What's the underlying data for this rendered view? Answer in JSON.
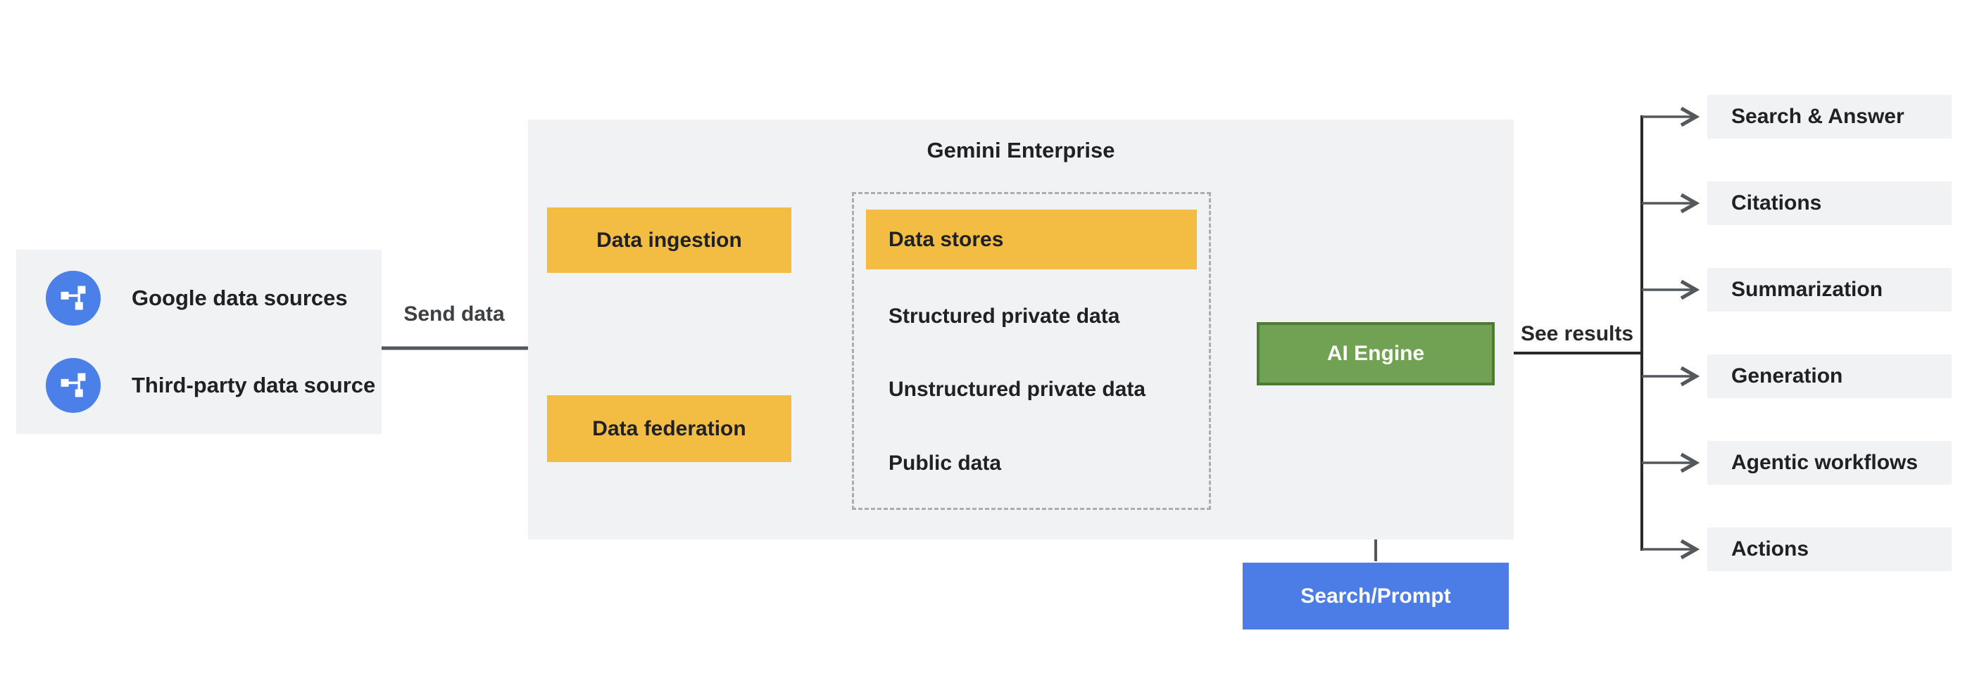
{
  "diagram_title": "Gemini Enterprise",
  "colors": {
    "panel": "#F0F2F3",
    "yellow": "#F3BD43",
    "green": "#71A153",
    "green_border": "#4E7A36",
    "blue": "#4C7DE6",
    "icon_blue": "#4A80E8",
    "line": "#54585C",
    "dark_line": "#27292B",
    "text": "#202124"
  },
  "sources": {
    "items": [
      {
        "label": "Google data sources",
        "icon": "data-source-icon"
      },
      {
        "label": "Third-party data source",
        "icon": "data-source-icon"
      }
    ]
  },
  "flow_labels": {
    "send_data": "Send data",
    "see_results": "See results"
  },
  "gemini": {
    "title": "Gemini Enterprise",
    "ingestion_label": "Data ingestion",
    "federation_label": "Data federation",
    "data_store_group": {
      "header": "Data stores",
      "items": [
        "Structured private data",
        "Unstructured private data",
        "Public data"
      ]
    },
    "ai_engine_label": "AI Engine"
  },
  "search_prompt_label": "Search/Prompt",
  "outputs": [
    "Search & Answer",
    "Citations",
    "Summarization",
    "Generation",
    "Agentic workflows",
    "Actions"
  ]
}
